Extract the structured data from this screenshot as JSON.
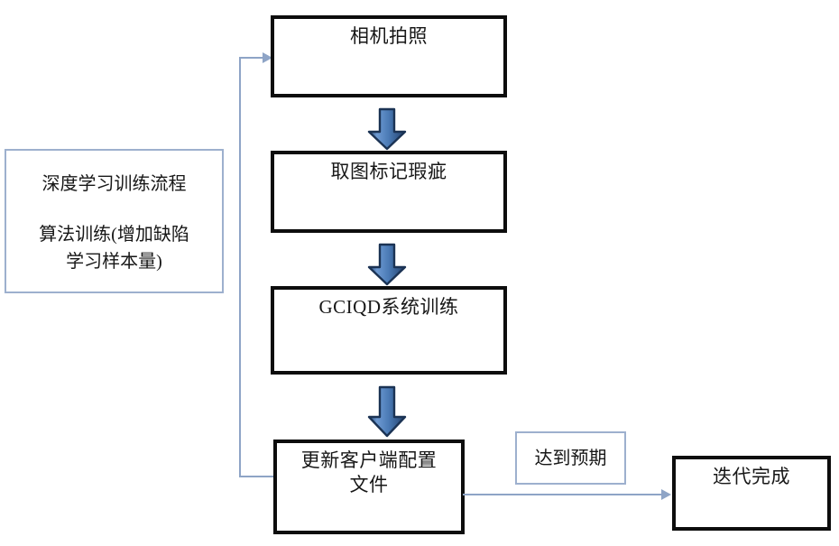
{
  "diagram": {
    "title": "深度学习训练流程",
    "type": "flowchart",
    "orientation": "top-to-bottom with feedback loop"
  },
  "notes": {
    "training": {
      "title": "深度学习训练流程",
      "body_line1": "算法训练(增加缺陷",
      "body_line2": "学习样本量)"
    },
    "expectation": {
      "label": "达到预期"
    }
  },
  "nodes": [
    {
      "id": "camera",
      "label": "相机拍照"
    },
    {
      "id": "mark",
      "label": "取图标记瑕疵"
    },
    {
      "id": "train",
      "label": "GCIQD系统训练"
    },
    {
      "id": "update",
      "label_line1": "更新客户端配置",
      "label_line2": "文件"
    },
    {
      "id": "done",
      "label": "迭代完成"
    }
  ],
  "connectors": [
    {
      "id": "camera-to-mark",
      "kind": "block-arrow-down"
    },
    {
      "id": "mark-to-train",
      "kind": "block-arrow-down"
    },
    {
      "id": "train-to-update",
      "kind": "block-arrow-down"
    },
    {
      "id": "update-to-camera",
      "kind": "feedback-loop-line"
    },
    {
      "id": "update-to-done",
      "kind": "line-arrow-right"
    }
  ],
  "colors": {
    "node_border": "#0d0d0d",
    "note_border": "#9db0ce",
    "connector_line": "#8ea4c6",
    "arrow_fill_light": "#5b8ac6",
    "arrow_fill_dark": "#1f3c63",
    "background": "#ffffff"
  }
}
